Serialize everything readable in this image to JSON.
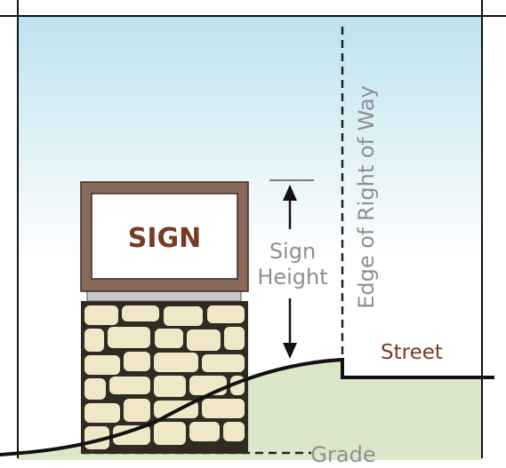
{
  "labels": {
    "sign": "SIGN",
    "sign_height_line1": "Sign",
    "sign_height_line2": "Height",
    "right_of_way": "Edge of Right of Way",
    "street": "Street",
    "grade": "Grade"
  },
  "colors": {
    "sky_top": "#bde2ee",
    "sky_bottom": "#ffffff",
    "ground": "#dbe7c9",
    "sign_frame": "#8a6a5b",
    "sign_face": "#ffffff",
    "sign_text": "#7a3a22",
    "base_band": "#c9c9c9",
    "stone_fill": "#f0e7c6",
    "stone_mortar": "#2f2a22",
    "outline": "#111111",
    "annotation": "#8f8f8f",
    "street_text": "#7a3a22"
  }
}
